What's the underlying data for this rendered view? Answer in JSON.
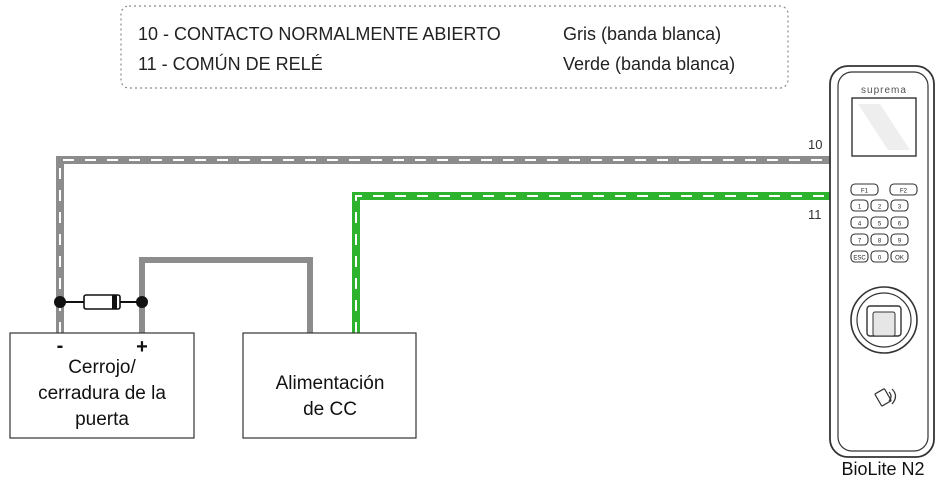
{
  "legend": {
    "rows": [
      {
        "label": "10 - CONTACTO NORMALMENTE ABIERTO",
        "color_text": "Gris (banda blanca)"
      },
      {
        "label": "11 - COMÚN DE RELÉ",
        "color_text": "Verde (banda blanca)"
      }
    ]
  },
  "wires": {
    "wire10": {
      "number": "10",
      "color": "#8c8c8c",
      "stripe": "#ffffff"
    },
    "wire11": {
      "number": "11",
      "color": "#2db32d",
      "stripe": "#ffffff"
    },
    "link_color": "#8c8c8c"
  },
  "lock": {
    "minus": "-",
    "plus": "+",
    "lines": [
      "Cerrojo/",
      "cerradura de la",
      "puerta"
    ]
  },
  "power": {
    "lines": [
      "Alimentación",
      "de CC"
    ]
  },
  "device": {
    "brand": "suprema",
    "name": "BioLite N2",
    "keys": [
      "F1",
      "F2",
      "1",
      "2",
      "3",
      "4",
      "5",
      "6",
      "7",
      "8",
      "9",
      "ESC",
      "0",
      "OK"
    ]
  }
}
